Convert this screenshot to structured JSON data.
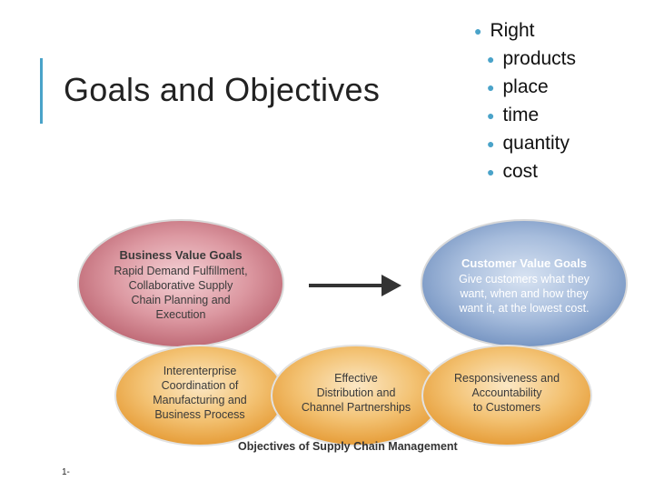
{
  "slide": {
    "title": "Goals and Objectives",
    "footer": "1-"
  },
  "bullets": {
    "heading": "Right",
    "items": [
      "products",
      "place",
      "time",
      "quantity",
      "cost"
    ]
  },
  "diagram": {
    "business": {
      "heading": "Business Value Goals",
      "lines": [
        "Rapid Demand Fulfillment,",
        "Collaborative Supply",
        "Chain Planning and",
        "Execution"
      ]
    },
    "customer": {
      "heading": "Customer Value Goals",
      "lines": [
        "Give customers what they",
        "want, when and how they",
        "want it, at the lowest cost."
      ]
    },
    "bottom_left": {
      "lines": [
        "Interenterprise",
        "Coordination of",
        "Manufacturing and",
        "Business Process"
      ]
    },
    "bottom_middle": {
      "lines": [
        "Effective",
        "Distribution and",
        "Channel Partnerships"
      ]
    },
    "bottom_right": {
      "lines": [
        "Responsiveness and",
        "Accountability",
        "to Customers"
      ]
    },
    "caption": "Objectives of Supply Chain Management",
    "colors": {
      "business": "#c9707c",
      "customer": "#7f9fc7",
      "orange": "#eeaa4a",
      "arrow": "#333333"
    }
  }
}
